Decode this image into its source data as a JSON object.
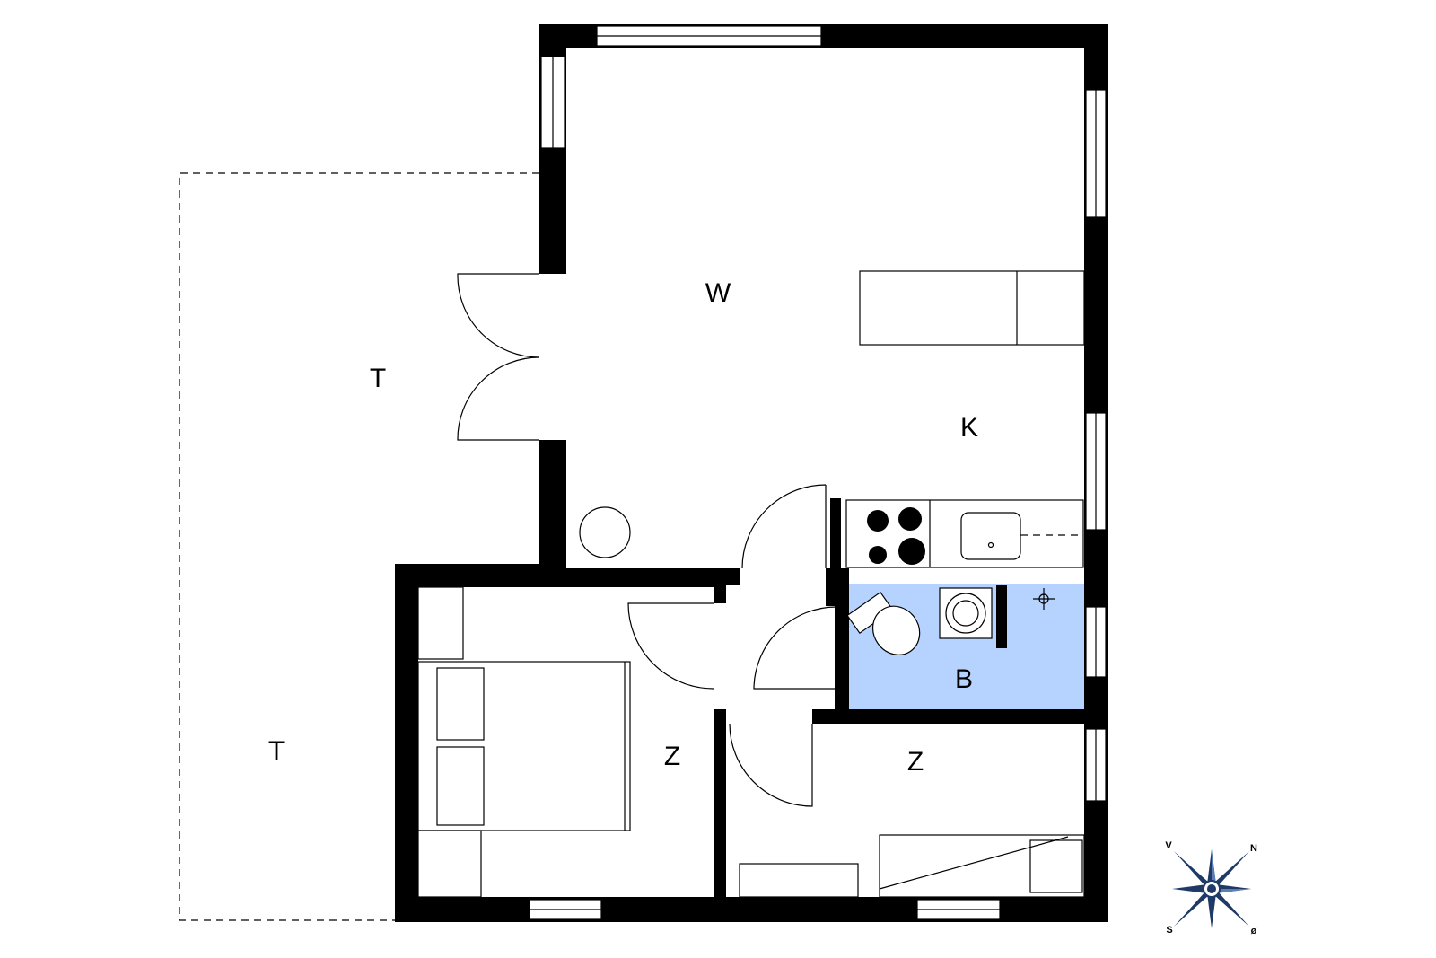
{
  "floorplan": {
    "rooms": {
      "living": "W",
      "kitchen": "K",
      "terrace_upper": "T",
      "terrace_lower": "T",
      "bedroom_left": "Z",
      "bedroom_right": "Z",
      "bathroom": "B"
    },
    "bathroom_fill": "#b6d3ff",
    "wall_color": "#000000"
  },
  "compass": {
    "north": "N",
    "south": "S",
    "west": "V",
    "east": "ø",
    "color": "#1f3a66"
  }
}
